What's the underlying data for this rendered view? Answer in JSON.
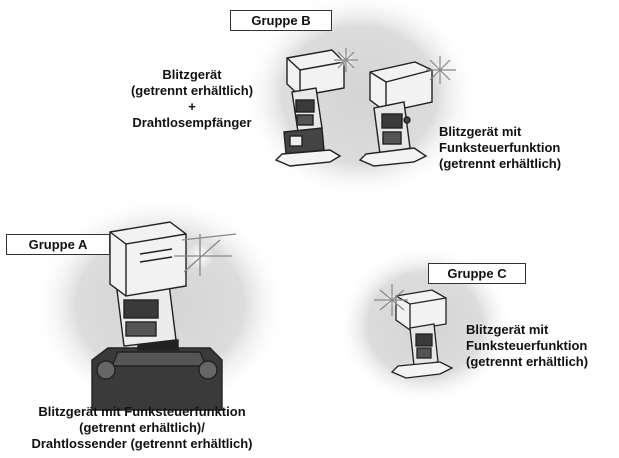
{
  "groups": [
    {
      "label": "Gruppe B"
    },
    {
      "label": "Gruppe A"
    },
    {
      "label": "Gruppe C"
    }
  ],
  "captions": {
    "b_left": [
      "Blitzgerät",
      "(getrennt erhältlich)",
      "+",
      "Drahtlosempfänger"
    ],
    "b_right": [
      "Blitzgerät mit",
      "Funksteuerfunktion",
      "(getrennt erhältlich)"
    ],
    "c_right": [
      "Blitzgerät mit",
      "Funksteuerfunktion",
      "(getrennt erhältlich)"
    ],
    "a_bottom": [
      "Blitzgerät mit Funksteuerfunktion",
      "(getrennt erhältlich)/",
      "Drahtlossender (getrennt erhältlich)"
    ]
  },
  "colors": {
    "halo_center": "#e6e6e6",
    "halo_edge": "#ffffff",
    "flash_body": "#f2f2f2",
    "flash_dark": "#3a3a3a",
    "outline": "#222222"
  }
}
